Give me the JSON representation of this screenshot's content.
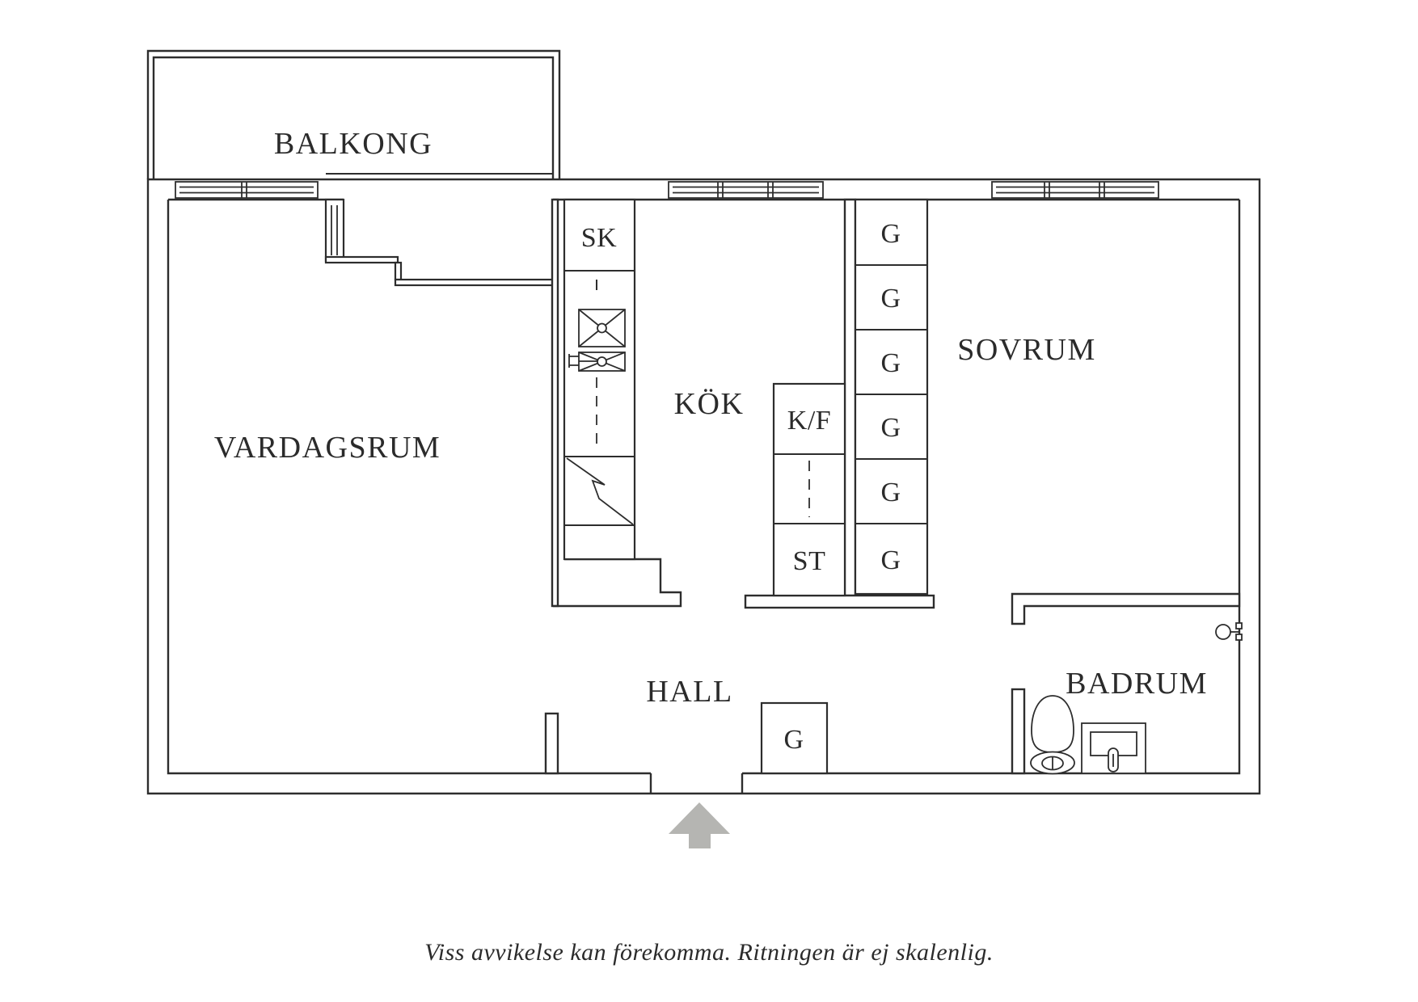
{
  "rooms": {
    "balcony": "BALKONG",
    "living_room": "VARDAGSRUM",
    "kitchen": "KÖK",
    "bedroom": "SOVRUM",
    "hall": "HALL",
    "bathroom": "BADRUM"
  },
  "closets": {
    "sk": "SK",
    "kf": "K/F",
    "st": "ST",
    "g_column": [
      "G",
      "G",
      "G",
      "G",
      "G",
      "G"
    ],
    "hall_g": "G"
  },
  "caption": "Viss avvikelse kan förekomma. Ritningen är ej skalenlig.",
  "icons": {
    "entrance_arrow": "arrow-up",
    "toilet": "toilet-plan-symbol",
    "washbasin": "washbasin-plan-symbol",
    "kitchen_sink": "crossed-box-sink-symbol",
    "stove": "crossed-box-stove-symbol",
    "faucet": "faucet-symbol",
    "counter_end": "diagonal-zigzag-symbol",
    "wall_fixture": "circle-valve-symbol"
  },
  "colors": {
    "line": "#2d2d2d",
    "arrow": "#b5b5b2",
    "bg": "#ffffff",
    "text": "#2b2b2b"
  }
}
